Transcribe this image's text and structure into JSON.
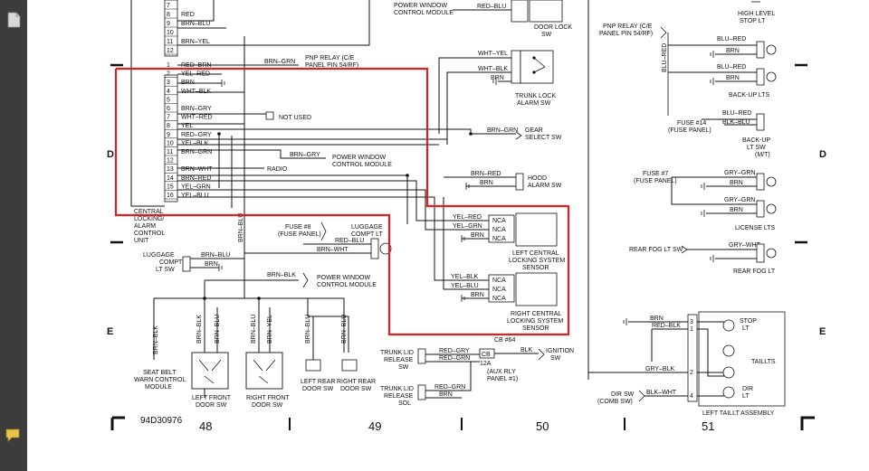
{
  "viewer": {
    "icons": [
      "page-icon",
      "comment-icon"
    ]
  },
  "diagram": {
    "drawing_id": "94D30976",
    "zones": {
      "upper": "D",
      "lower": "E"
    },
    "grid_columns": [
      "48",
      "49",
      "50",
      "51"
    ],
    "highlight_color": "#e02020",
    "control_unit": {
      "label_lines": [
        "CENTRAL",
        "LOCKING/",
        "ALARM",
        "CONTROL",
        "UNIT"
      ],
      "upper_pins": [
        {
          "pin": "7",
          "wire": ""
        },
        {
          "pin": "8",
          "wire": "RED"
        },
        {
          "pin": "9",
          "wire": "BRN–BLU"
        },
        {
          "pin": "10",
          "wire": ""
        },
        {
          "pin": "11",
          "wire": "BRN–YEL"
        },
        {
          "pin": "12",
          "wire": ""
        }
      ],
      "lower_pins": [
        {
          "pin": "1",
          "wire": "RED–BRN"
        },
        {
          "pin": "2",
          "wire": "YEL–RED"
        },
        {
          "pin": "3",
          "wire": "BRN"
        },
        {
          "pin": "4",
          "wire": "WHT–BLK"
        },
        {
          "pin": "5",
          "wire": ""
        },
        {
          "pin": "6",
          "wire": "BRN–GRY"
        },
        {
          "pin": "7",
          "wire": "WHT–RED"
        },
        {
          "pin": "8",
          "wire": "YEL"
        },
        {
          "pin": "9",
          "wire": "RED–GRY"
        },
        {
          "pin": "10",
          "wire": "YEL–BLK"
        },
        {
          "pin": "11",
          "wire": "BRN–GRN"
        },
        {
          "pin": "12",
          "wire": ""
        },
        {
          "pin": "13",
          "wire": "BRN–WHT"
        },
        {
          "pin": "14",
          "wire": "BRN–RED"
        },
        {
          "pin": "15",
          "wire": "YEL–GRN"
        },
        {
          "pin": "16",
          "wire": "YEL–BLU"
        }
      ]
    },
    "labels": {
      "pwcm_top": [
        "POWER WINDOW",
        "CONTROL MODULE"
      ],
      "red_blu_top": "RED–BLU",
      "door_lock_sw": [
        "DOOR LOCK",
        "SW"
      ],
      "brn_grn_relay": "BRN–GRN",
      "pnp_relay_left": [
        "PNP RELAY (C/E",
        "PANEL PIN 54/RF)"
      ],
      "wht_yel": "WHT–YEL",
      "wht_blk": "WHT–BLK",
      "brn_trunk": "BRN",
      "trunk_lock": [
        "TRUNK LOCK",
        "ALARM SW"
      ],
      "not_used": "NOT USED",
      "brn_grn_gear": "BRN–GRN",
      "gear_select": [
        "GEAR",
        "SELECT SW"
      ],
      "brn_gry_mid": "BRN–GRY",
      "pwcm_mid": [
        "POWER WINDOW",
        "CONTROL MODULE"
      ],
      "radio": "RADIO",
      "brn_red_hood": "BRN–RED",
      "brn_hood": "BRN",
      "hood_alarm": [
        "HOOD",
        "ALARM SW"
      ],
      "brn_blu_vert": "BRN–BLU",
      "fuse8": [
        "FUSE #8",
        "(FUSE PANEL)"
      ],
      "luggage_lt": [
        "LUGGAGE",
        "COMPT LT"
      ],
      "red_blu_lug": "RED–BLU",
      "brn_wht_lug": "BRN–WHT",
      "luggage_sw": [
        "LUGGAGE",
        "COMPT",
        "LT SW"
      ],
      "brn_blu_lug": "BRN–BLU",
      "brn_lug": "BRN",
      "brn_blk_mid": "BRN–BLK",
      "pwcm_low": [
        "POWER WINDOW",
        "CONTROL MODULE"
      ],
      "left_sensor_wires": [
        "YEL–RED",
        "YEL–GRN",
        "BRN"
      ],
      "right_sensor_wires": [
        "YEL–BLK",
        "YEL–BLU",
        "BRN"
      ],
      "nca": "NCA",
      "left_sensor": [
        "LEFT CENTRAL",
        "LOCKING SYSTEM",
        "SENSOR"
      ],
      "right_sensor": [
        "RIGHT CENTRAL",
        "LOCKING SYSTEM",
        "SENSOR"
      ],
      "brn_blk_v": "BRN–BLK",
      "seat_belt_wire": "BRN–BLK",
      "seat_belt": [
        "SEAT BELT",
        "WARN CONTROL",
        "MODULE"
      ],
      "lf_wires": [
        "BRN–BLK",
        "BRN–BLU"
      ],
      "rf_wires": [
        "BRN–BLU",
        "BRN–YEL"
      ],
      "lr_wire": "BRN–BLU",
      "rr_wire": "BRN–BLU",
      "left_front": [
        "LEFT FRONT",
        "DOOR SW"
      ],
      "right_front": [
        "RIGHT FRONT",
        "DOOR SW"
      ],
      "left_rear": [
        "LEFT REAR",
        "DOOR SW"
      ],
      "right_rear": [
        "RIGHT REAR",
        "DOOR SW"
      ],
      "trunk_release_sw": [
        "TRUNK LID",
        "RELEASE",
        "SW"
      ],
      "red_gry": "RED–GRY",
      "red_grn1": "RED–GRN",
      "cb64": "CB #64",
      "cb": "CB",
      "cb_amp": "12A",
      "cb_panel": [
        "(AUX RLY",
        "PANEL #1)"
      ],
      "blk": "BLK",
      "ignition_sw": [
        "IGNITION",
        "SW"
      ],
      "trunk_release_sol": [
        "TRUNK LID",
        "RELEASE",
        "SOL"
      ],
      "red_grn2": "RED–GRN",
      "brn_sol": "BRN",
      "high_level": [
        "HIGH LEVEL",
        "STOP LT"
      ],
      "pnp_relay_right": [
        "PNP RELAY (C/E",
        "PANEL PIN 54/RF)"
      ],
      "blu_red_vert": "BLU–RED",
      "backup_wires": [
        "BLU–RED",
        "BRN",
        "BLU–RED",
        "BRN"
      ],
      "backup_lts": "BACK-UP LTS",
      "fuse14": [
        "FUSE #14",
        "(FUSE PANEL)"
      ],
      "backup_sw_wires": [
        "BLU–RED",
        "BLK–BLU"
      ],
      "backup_sw": [
        "BACK-UP",
        "LT SW",
        "(M/T)"
      ],
      "fuse7": [
        "FUSE #7",
        "(FUSE PANEL)"
      ],
      "license_wires": [
        "GRY–GRN",
        "BRN",
        "GRY–GRN",
        "BRN"
      ],
      "license_lts": "LICENSE LTS",
      "rear_fog_sw": "REAR FOG LT SW",
      "gry_wht": "GRY–WHT",
      "rear_fog_lt": "REAR FOG LT",
      "tail_brn": "BRN",
      "tail_red_blk": "RED–BLK",
      "gry_blk": "GRY–BLK",
      "dir_sw": [
        "DIR SW",
        "(COMB SW)"
      ],
      "blk_wht": "BLK–WHT",
      "tail_pins": [
        "3",
        "1",
        "2",
        "4"
      ],
      "stop_lt": [
        "STOP",
        "LT"
      ],
      "taillts": "TAILLTS",
      "dir_lt": [
        "DIR",
        "LT"
      ],
      "left_taillt": "LEFT TAILLT ASSEMBLY"
    }
  }
}
